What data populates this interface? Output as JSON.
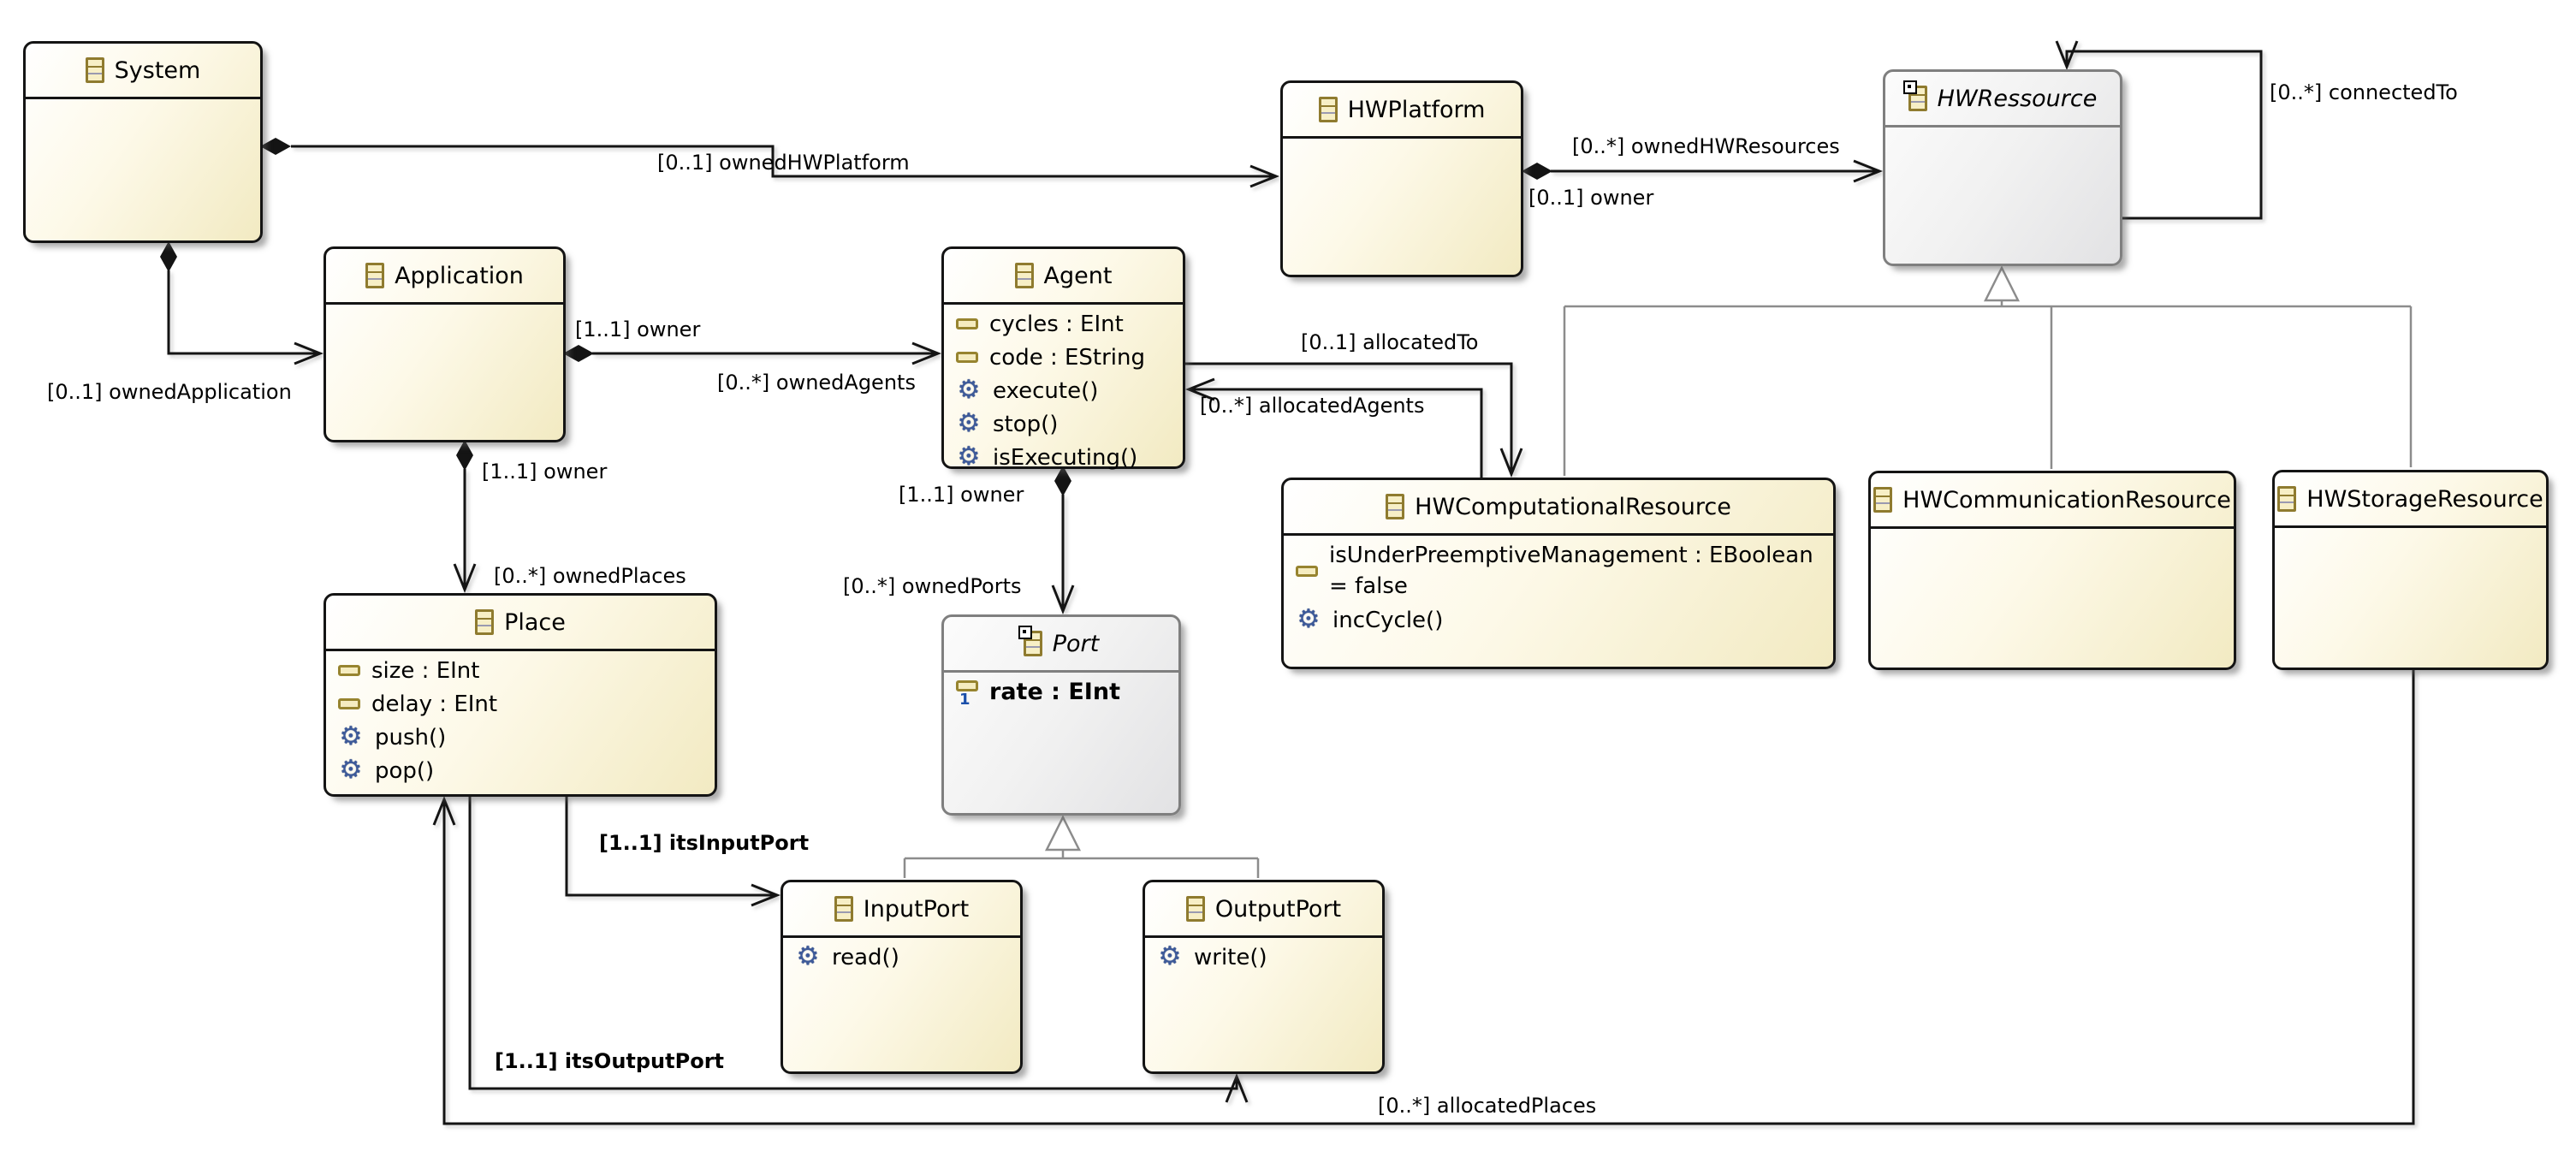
{
  "diagram": {
    "classes": [
      {
        "id": "system",
        "name": "System",
        "abstract": false,
        "attributes": [],
        "operations": []
      },
      {
        "id": "application",
        "name": "Application",
        "abstract": false,
        "attributes": [],
        "operations": []
      },
      {
        "id": "agent",
        "name": "Agent",
        "abstract": false,
        "attributes": [
          {
            "text": "cycles : EInt"
          },
          {
            "text": "code : EString"
          }
        ],
        "operations": [
          {
            "text": "execute()"
          },
          {
            "text": "stop()"
          },
          {
            "text": "isExecuting()"
          }
        ]
      },
      {
        "id": "hwplatform",
        "name": "HWPlatform",
        "abstract": false,
        "attributes": [],
        "operations": []
      },
      {
        "id": "hwressource",
        "name": "HWRessource",
        "abstract": true,
        "attributes": [],
        "operations": []
      },
      {
        "id": "hwcomputationalresource",
        "name": "HWComputationalResource",
        "abstract": false,
        "attributes": [
          {
            "text": "isUnderPreemptiveManagement : EBoolean",
            "text2": "= false"
          }
        ],
        "operations": [
          {
            "text": "incCycle()"
          }
        ]
      },
      {
        "id": "hwcommunicationresource",
        "name": "HWCommunicationResource",
        "abstract": false,
        "attributes": [],
        "operations": []
      },
      {
        "id": "hwstorageresource",
        "name": "HWStorageResource",
        "abstract": false,
        "attributes": [],
        "operations": []
      },
      {
        "id": "place",
        "name": "Place",
        "abstract": false,
        "attributes": [
          {
            "text": "size : EInt"
          },
          {
            "text": "delay : EInt"
          }
        ],
        "operations": [
          {
            "text": "push()"
          },
          {
            "text": "pop()"
          }
        ]
      },
      {
        "id": "port",
        "name": "Port",
        "abstract": true,
        "attributes": [
          {
            "text": "rate : EInt",
            "bold": true
          }
        ],
        "operations": []
      },
      {
        "id": "inputport",
        "name": "InputPort",
        "abstract": false,
        "attributes": [],
        "operations": [
          {
            "text": "read()"
          }
        ]
      },
      {
        "id": "outputport",
        "name": "OutputPort",
        "abstract": false,
        "attributes": [],
        "operations": [
          {
            "text": "write()"
          }
        ]
      }
    ],
    "labels": {
      "ownedHWPlatform": "[0..1] ownedHWPlatform",
      "ownedHWResources": "[0..*] ownedHWResources",
      "ownerHWPlatform": "[0..1] owner",
      "connectedTo": "[0..*] connectedTo",
      "ownedApplication": "[0..1] ownedApplication",
      "ownerAgent": "[1..1] owner",
      "ownedAgents": "[0..*] ownedAgents",
      "allocatedTo": "[0..1] allocatedTo",
      "allocatedAgents": "[0..*] allocatedAgents",
      "ownerPlace": "[1..1] owner",
      "ownedPlaces": "[0..*] ownedPlaces",
      "ownerPort": "[1..1] owner",
      "ownedPorts": "[0..*] ownedPorts",
      "itsInputPort": "[1..1] itsInputPort",
      "itsOutputPort": "[1..1] itsOutputPort",
      "allocatedPlaces": "[0..*] allocatedPlaces"
    },
    "relationships": [
      {
        "source": "System",
        "target": "HWPlatform",
        "type": "containment",
        "labels": [
          "[0..1] ownedHWPlatform"
        ]
      },
      {
        "source": "HWPlatform",
        "target": "HWRessource",
        "type": "containment",
        "labels": [
          "[0..*] ownedHWResources",
          "[0..1] owner"
        ]
      },
      {
        "source": "HWRessource",
        "target": "HWRessource",
        "type": "association",
        "labels": [
          "[0..*] connectedTo"
        ]
      },
      {
        "source": "System",
        "target": "Application",
        "type": "containment",
        "labels": [
          "[0..1] ownedApplication"
        ]
      },
      {
        "source": "Application",
        "target": "Agent",
        "type": "containment",
        "labels": [
          "[1..1] owner",
          "[0..*] ownedAgents"
        ]
      },
      {
        "source": "Agent",
        "target": "HWComputationalResource",
        "type": "association",
        "labels": [
          "[0..1] allocatedTo"
        ]
      },
      {
        "source": "HWComputationalResource",
        "target": "Agent",
        "type": "association",
        "labels": [
          "[0..*] allocatedAgents"
        ]
      },
      {
        "source": "Application",
        "target": "Place",
        "type": "containment",
        "labels": [
          "[1..1] owner",
          "[0..*] ownedPlaces"
        ]
      },
      {
        "source": "Agent",
        "target": "Port",
        "type": "containment",
        "labels": [
          "[1..1] owner",
          "[0..*] ownedPorts"
        ]
      },
      {
        "source": "Place",
        "target": "InputPort",
        "type": "association",
        "labels": [
          "[1..1] itsInputPort"
        ]
      },
      {
        "source": "Place",
        "target": "OutputPort",
        "type": "association",
        "labels": [
          "[1..1] itsOutputPort"
        ]
      },
      {
        "source": "HWStorageResource",
        "target": "Place",
        "type": "association",
        "labels": [
          "[0..*] allocatedPlaces"
        ]
      },
      {
        "source": "HWComputationalResource",
        "target": "HWRessource",
        "type": "generalization",
        "labels": []
      },
      {
        "source": "HWCommunicationResource",
        "target": "HWRessource",
        "type": "generalization",
        "labels": []
      },
      {
        "source": "HWStorageResource",
        "target": "HWRessource",
        "type": "generalization",
        "labels": []
      },
      {
        "source": "InputPort",
        "target": "Port",
        "type": "generalization",
        "labels": []
      },
      {
        "source": "OutputPort",
        "target": "Port",
        "type": "generalization",
        "labels": []
      }
    ],
    "icons": {
      "class_icon": "eclass-icon",
      "abstract_class_icon": "abstract-eclass-icon",
      "attribute_icon": "eattribute-icon",
      "operation_icon": "gear-icon"
    },
    "colors": {
      "class_fill_start": "#ffffff",
      "class_fill_end": "#f2eac2",
      "class_border": "#141414",
      "abstract_fill_start": "#fcfcfc",
      "abstract_fill_end": "#e2e2e4",
      "abstract_border": "#7f7f7f",
      "edge_color": "#141414",
      "generalization_color": "#8c8c8c",
      "attribute_icon_border": "#97842f",
      "operation_icon_color": "#3d5a99",
      "canvas_background": "#ffffff"
    }
  }
}
